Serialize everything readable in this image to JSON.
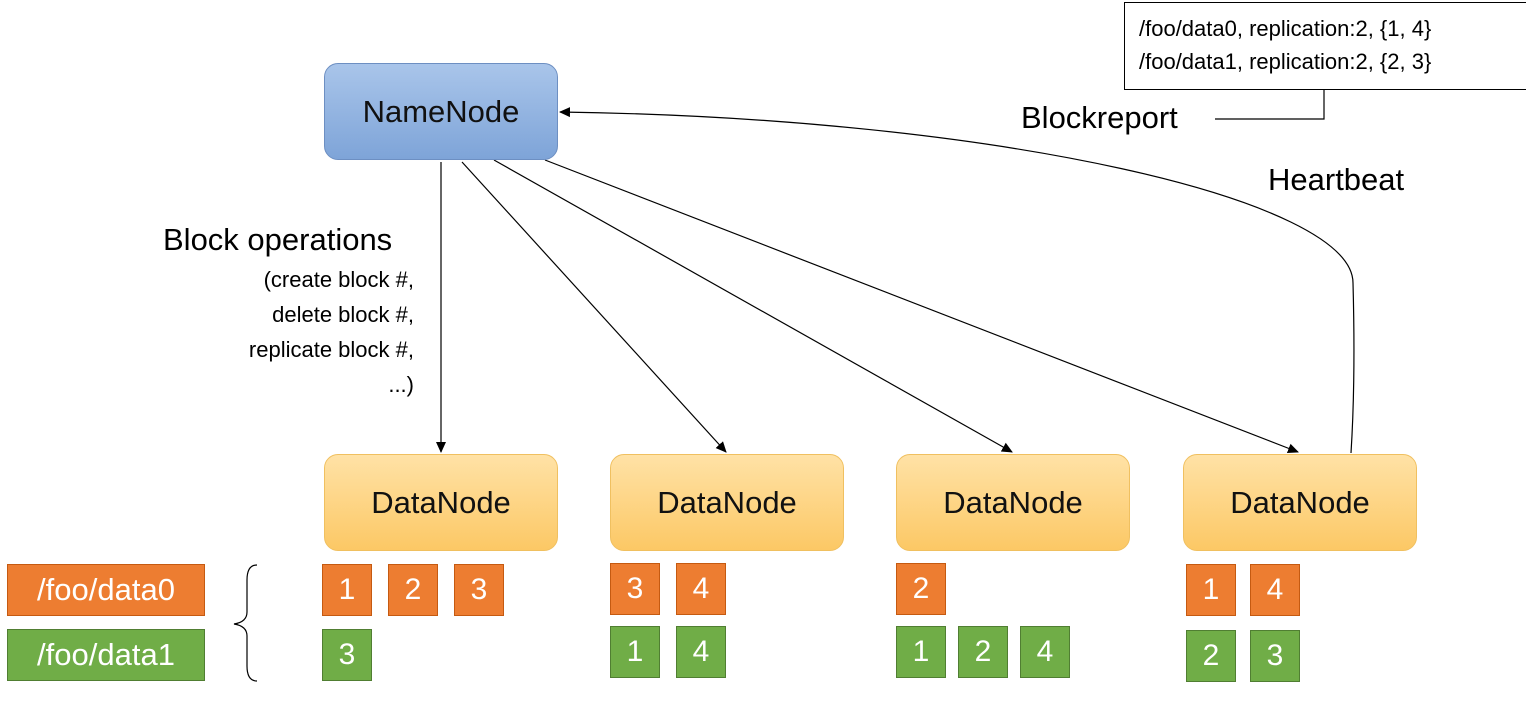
{
  "namenode": {
    "label": "NameNode"
  },
  "datanodes": [
    {
      "label": "DataNode",
      "data0_blocks": [
        "1",
        "2",
        "3"
      ],
      "data1_blocks": [
        "3"
      ]
    },
    {
      "label": "DataNode",
      "data0_blocks": [
        "3",
        "4"
      ],
      "data1_blocks": [
        "1",
        "4"
      ]
    },
    {
      "label": "DataNode",
      "data0_blocks": [
        "2"
      ],
      "data1_blocks": [
        "1",
        "2",
        "4"
      ]
    },
    {
      "label": "DataNode",
      "data0_blocks": [
        "1",
        "4"
      ],
      "data1_blocks": [
        "2",
        "3"
      ]
    }
  ],
  "files": [
    {
      "name": "/foo/data0",
      "color": "#ed7d31"
    },
    {
      "name": "/foo/data1",
      "color": "#70ad47"
    }
  ],
  "block_operations": {
    "title": "Block operations",
    "lines": [
      "(create block #,",
      "delete block #,",
      "replicate block #,",
      "...)"
    ]
  },
  "blockreport": {
    "label": "Blockreport",
    "entries": [
      "/foo/data0, replication:2, {1, 4}",
      "/foo/data1, replication:2, {2, 3}"
    ]
  },
  "heartbeat": {
    "label": "Heartbeat"
  }
}
